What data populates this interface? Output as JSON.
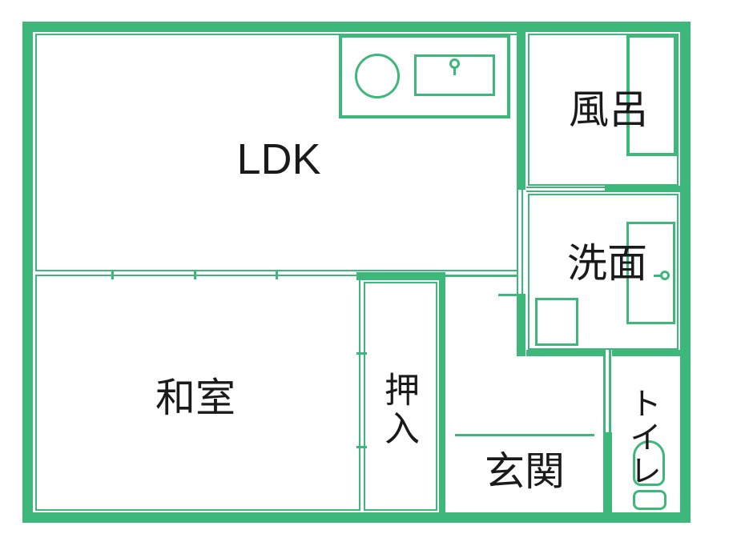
{
  "floorplan": {
    "type": "apartment-floor-plan",
    "rooms": {
      "ldk": "LDK",
      "bath": "風呂",
      "washroom": "洗面",
      "japanese_room": "和室",
      "closet": "押入",
      "entrance": "玄関",
      "toilet": "トイレ"
    },
    "fixtures": [
      "kitchen-counter",
      "stove-burner",
      "kitchen-sink",
      "sink-faucet",
      "bathtub",
      "vanity-basin",
      "vanity-faucet",
      "washing-machine-pan",
      "toilet-bowl",
      "toilet-tank"
    ],
    "colors": {
      "wall_green": "#3eb87a",
      "text": "#1a1a1a",
      "background": "#ffffff"
    }
  }
}
